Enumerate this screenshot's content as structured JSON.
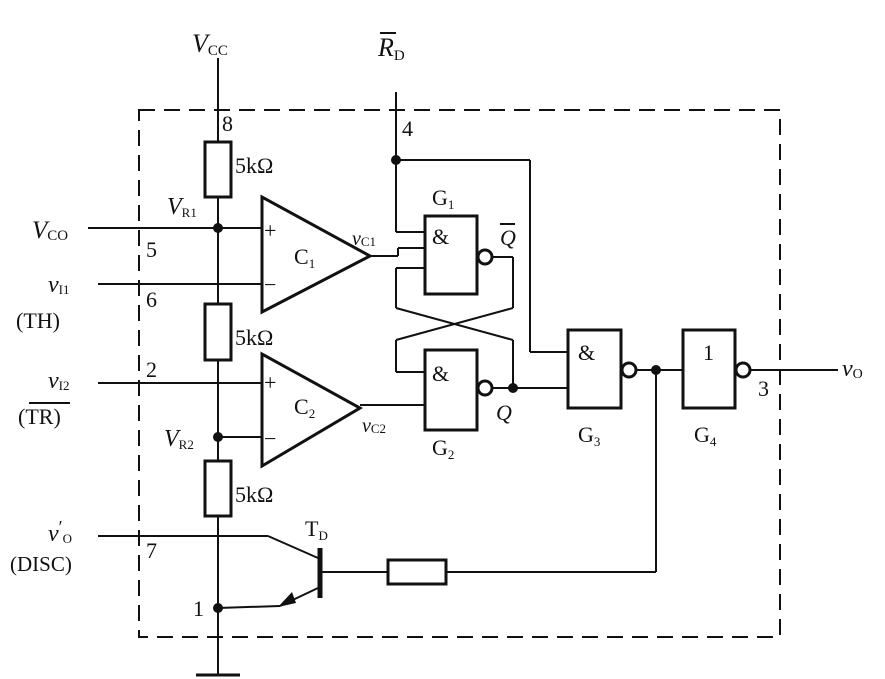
{
  "supply": {
    "vcc_main": "V",
    "vcc_sub": "CC"
  },
  "reset": {
    "main": "R",
    "sub": "D",
    "pin": "4"
  },
  "pins": {
    "p8": "8",
    "p5": "5",
    "p6": "6",
    "p2": "2",
    "p7": "7",
    "p3": "3",
    "p1": "1"
  },
  "resistors": {
    "r1": "5kΩ",
    "r2": "5kΩ",
    "r3": "5kΩ"
  },
  "nodes": {
    "vr1_main": "V",
    "vr1_sub": "R1",
    "vr2_main": "V",
    "vr2_sub": "R2"
  },
  "inputs": {
    "vco_main": "V",
    "vco_sub": "CO",
    "vi1_main": "v",
    "vi1_sub": "I1",
    "th": "(TH)",
    "vi2_main": "v",
    "vi2_sub": "I2",
    "tr_open": "(",
    "tr_text": "TR",
    "tr_close": ")",
    "vo_disc_main": "v",
    "vo_disc_prime": "′",
    "vo_disc_sub": "O",
    "disc": "(DISC)"
  },
  "comparators": {
    "c1_main": "C",
    "c1_sub": "1",
    "c2_main": "C",
    "c2_sub": "2",
    "plus": "+",
    "minus": "−",
    "vc1_main": "v",
    "vc1_sub": "C1",
    "vc2_main": "v",
    "vc2_sub": "C2"
  },
  "gates": {
    "g1_main": "G",
    "g1_sub": "1",
    "g1_sym": "&",
    "g2_main": "G",
    "g2_sub": "2",
    "g2_sym": "&",
    "g3_main": "G",
    "g3_sub": "3",
    "g3_sym": "&",
    "g4_main": "G",
    "g4_sub": "4",
    "g4_sym": "1",
    "qbar": "Q",
    "q": "Q"
  },
  "transistor": {
    "main": "T",
    "sub": "D"
  },
  "output": {
    "main": "v",
    "sub": "O"
  }
}
